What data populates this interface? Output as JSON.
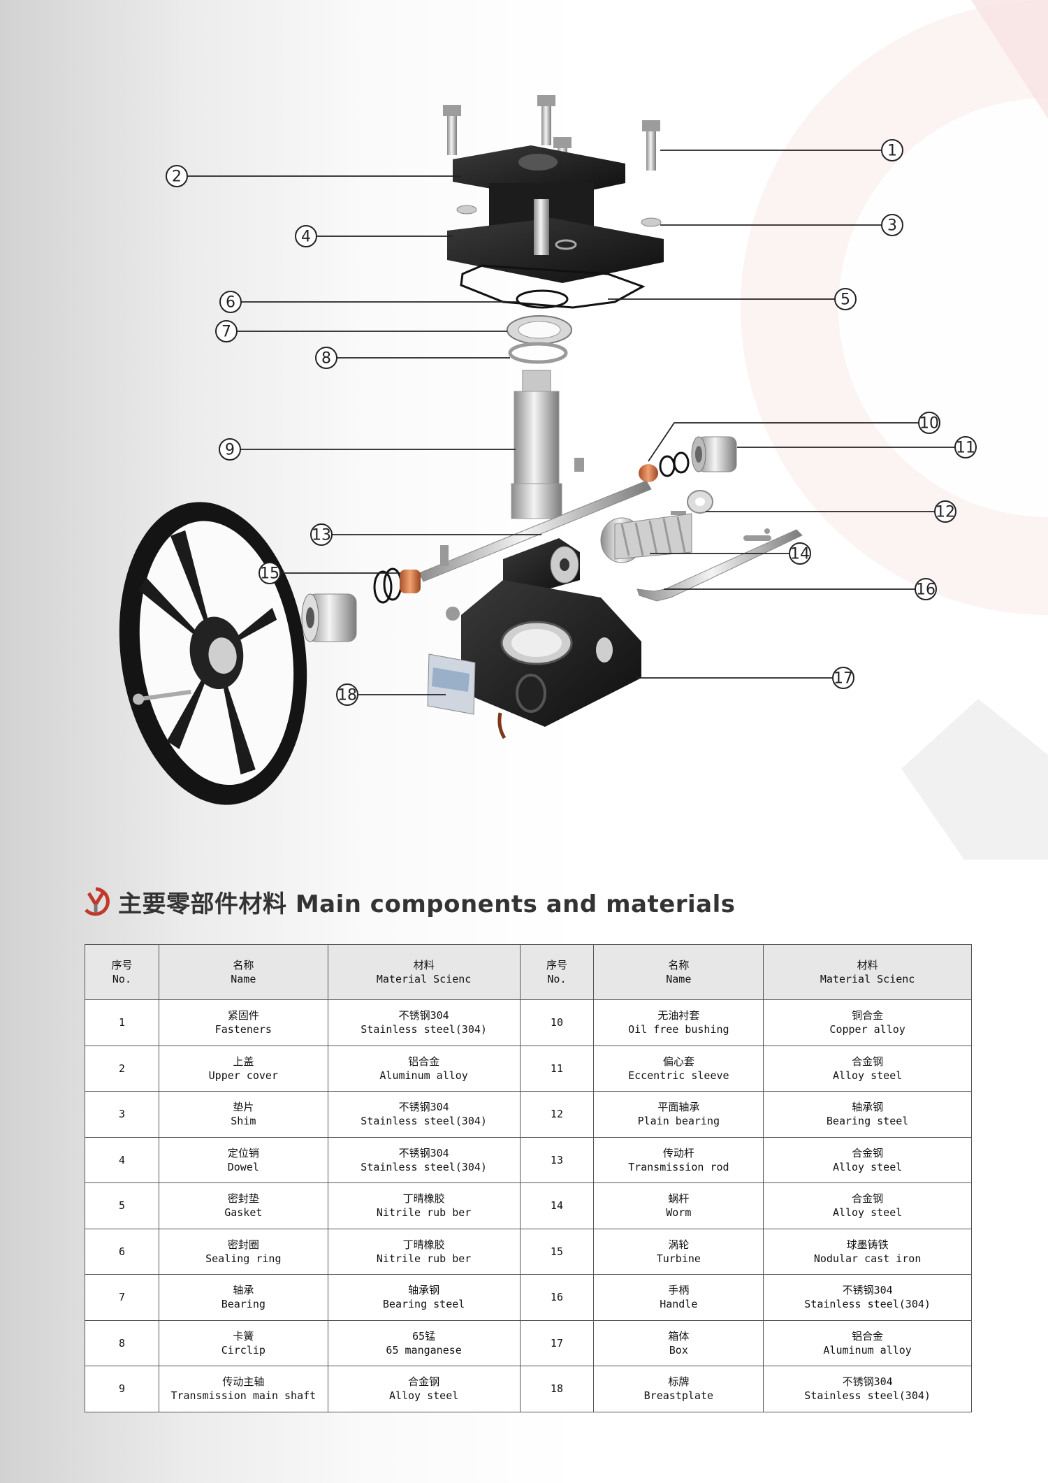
{
  "callouts": [
    "1",
    "2",
    "3",
    "4",
    "5",
    "6",
    "7",
    "8",
    "9",
    "10",
    "11",
    "12",
    "13",
    "14",
    "15",
    "16",
    "17",
    "18"
  ],
  "section": {
    "title": "主要零部件材料 Main components and materials",
    "logo": "vy-logo"
  },
  "table": {
    "headers": {
      "no_cn": "序号",
      "no_en": "No.",
      "name_cn": "名称",
      "name_en": "Name",
      "mat_cn": "材料",
      "mat_en": "Material Scienc"
    },
    "rows": [
      {
        "no": "1",
        "name_cn": "紧固件",
        "name_en": "Fasteners",
        "mat_cn": "不锈钢304",
        "mat_en": "Stainless steel(304)",
        "no2": "10",
        "name2_cn": "无油衬套",
        "name2_en": "Oil free bushing",
        "mat2_cn": "铜合金",
        "mat2_en": "Copper alloy"
      },
      {
        "no": "2",
        "name_cn": "上盖",
        "name_en": "Upper cover",
        "mat_cn": "铝合金",
        "mat_en": "Aluminum alloy",
        "no2": "11",
        "name2_cn": "偏心套",
        "name2_en": "Eccentric sleeve",
        "mat2_cn": "合金钢",
        "mat2_en": "Alloy steel"
      },
      {
        "no": "3",
        "name_cn": "垫片",
        "name_en": "Shim",
        "mat_cn": "不锈钢304",
        "mat_en": "Stainless steel(304)",
        "no2": "12",
        "name2_cn": "平面轴承",
        "name2_en": "Plain bearing",
        "mat2_cn": "轴承钢",
        "mat2_en": "Bearing steel"
      },
      {
        "no": "4",
        "name_cn": "定位销",
        "name_en": "Dowel",
        "mat_cn": "不锈钢304",
        "mat_en": "Stainless steel(304)",
        "no2": "13",
        "name2_cn": "传动杆",
        "name2_en": "Transmission rod",
        "mat2_cn": "合金钢",
        "mat2_en": "Alloy steel"
      },
      {
        "no": "5",
        "name_cn": "密封垫",
        "name_en": "Gasket",
        "mat_cn": "丁晴橡胶",
        "mat_en": "Nitrile rub ber",
        "no2": "14",
        "name2_cn": "蜗杆",
        "name2_en": "Worm",
        "mat2_cn": "合金钢",
        "mat2_en": "Alloy steel"
      },
      {
        "no": "6",
        "name_cn": "密封圈",
        "name_en": "Sealing ring",
        "mat_cn": "丁晴橡胶",
        "mat_en": "Nitrile rub ber",
        "no2": "15",
        "name2_cn": "涡轮",
        "name2_en": "Turbine",
        "mat2_cn": "球墨铸铁",
        "mat2_en": "Nodular cast iron"
      },
      {
        "no": "7",
        "name_cn": "轴承",
        "name_en": "Bearing",
        "mat_cn": "轴承钢",
        "mat_en": "Bearing steel",
        "no2": "16",
        "name2_cn": "手柄",
        "name2_en": "Handle",
        "mat2_cn": "不锈钢304",
        "mat2_en": "Stainless steel(304)"
      },
      {
        "no": "8",
        "name_cn": "卡簧",
        "name_en": "Circlip",
        "mat_cn": "65锰",
        "mat_en": "65 manganese",
        "no2": "17",
        "name2_cn": "箱体",
        "name2_en": "Box",
        "mat2_cn": "铝合金",
        "mat2_en": "Aluminum alloy"
      },
      {
        "no": "9",
        "name_cn": "传动主轴",
        "name_en": "Transmission main shaft",
        "mat_cn": "合金钢",
        "mat_en": "Alloy steel",
        "no2": "18",
        "name2_cn": "标牌",
        "name2_en": "Breastplate",
        "mat2_cn": "不锈钢304",
        "mat2_en": "Stainless steel(304)"
      }
    ]
  }
}
